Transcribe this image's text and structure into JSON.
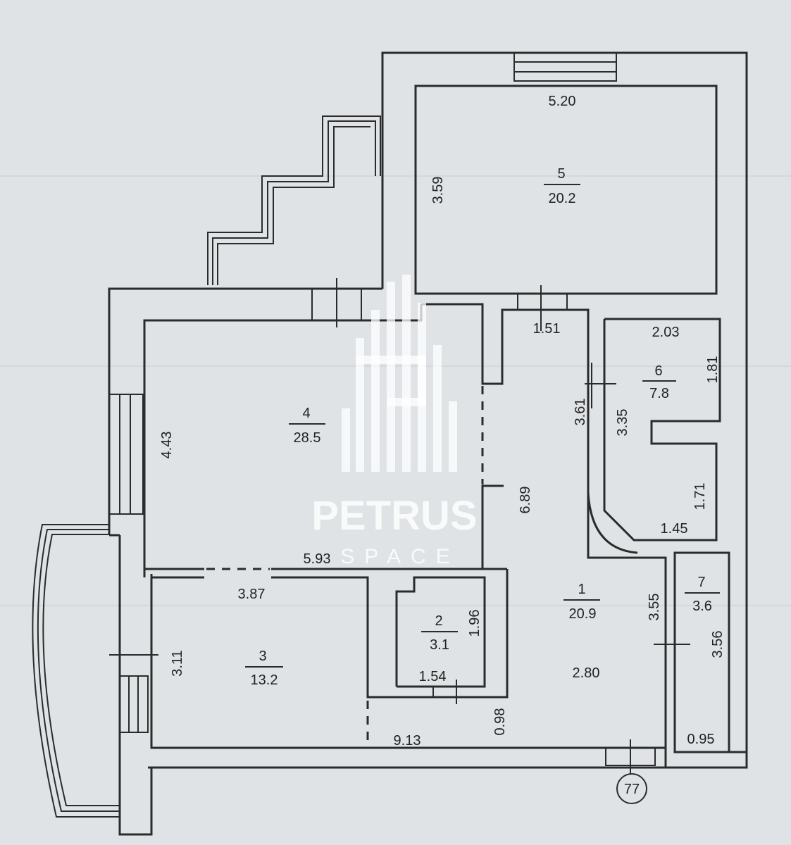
{
  "rooms": [
    {
      "id": "1",
      "number": "1",
      "area": "20.9"
    },
    {
      "id": "2",
      "number": "2",
      "area": "3.1"
    },
    {
      "id": "3",
      "number": "3",
      "area": "13.2"
    },
    {
      "id": "4",
      "number": "4",
      "area": "28.5"
    },
    {
      "id": "5",
      "number": "5",
      "area": "20.2"
    },
    {
      "id": "6",
      "number": "6",
      "area": "7.8"
    },
    {
      "id": "7",
      "number": "7",
      "area": "3.6"
    }
  ],
  "dimensions": {
    "d520": "5.20",
    "d359": "3.59",
    "d151": "1.51",
    "d203": "2.03",
    "d181": "1.81",
    "d361": "3.61",
    "d335": "3.35",
    "d171": "1.71",
    "d145": "1.45",
    "d443": "4.43",
    "d689": "6.89",
    "d593": "5.93",
    "d387": "3.87",
    "d311": "3.11",
    "d196": "1.96",
    "d154": "1.54",
    "d098": "0.98",
    "d913": "9.13",
    "d280": "2.80",
    "d355": "3.55",
    "d356": "3.56",
    "d095": "0.95"
  },
  "apartment_number": "77",
  "watermark": {
    "title": "PETRUS",
    "subtitle": "SPACE"
  }
}
